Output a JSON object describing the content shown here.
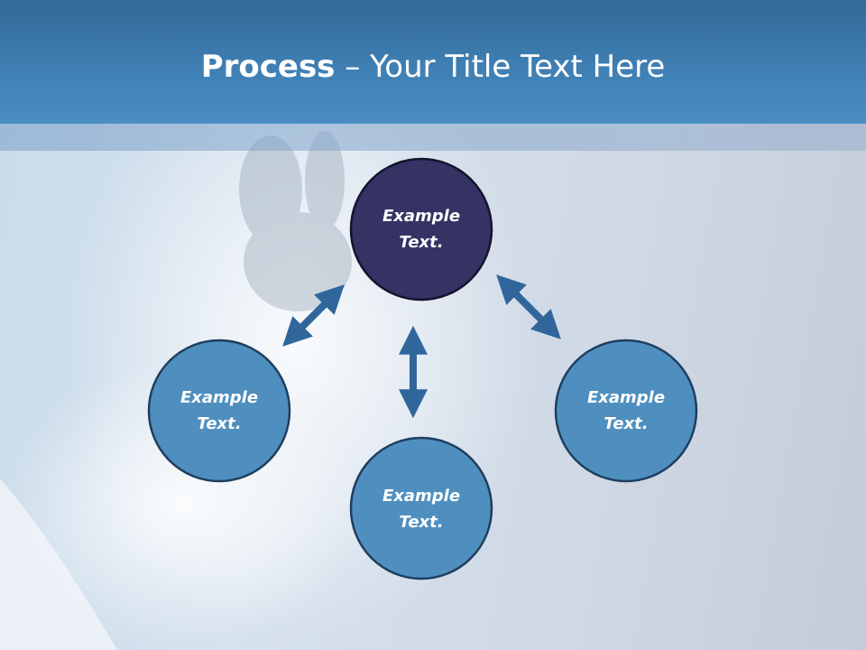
{
  "title": {
    "bold": "Process",
    "rest": " – Your Title Text Here"
  },
  "nodes": [
    {
      "line1": "Example",
      "line2": "Text."
    },
    {
      "line1": "Example",
      "line2": "Text."
    },
    {
      "line1": "Example",
      "line2": "Text."
    },
    {
      "line1": "Example",
      "line2": "Text."
    }
  ],
  "colors": {
    "center_node": "#353264",
    "outer_node": "#4f8fc0",
    "node_border": "#1f3e5f",
    "arrow": "#30669c",
    "title_bar": "#3f7fb3"
  }
}
